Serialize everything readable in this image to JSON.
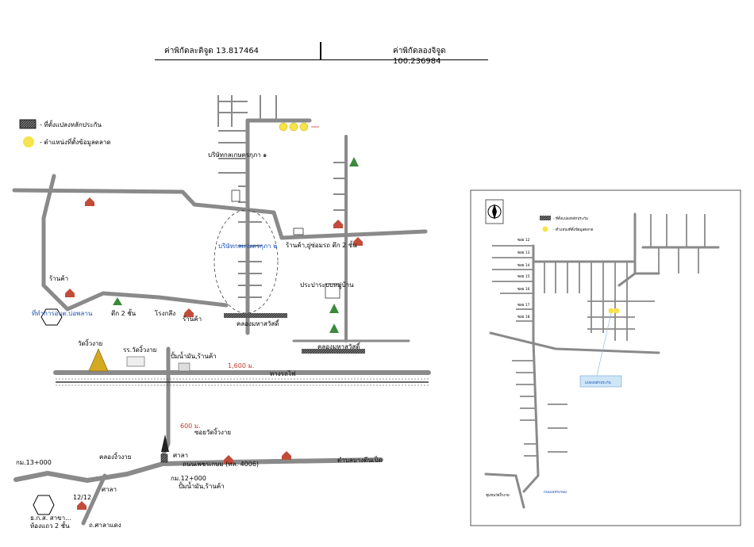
{
  "coordinates": {
    "latitude_label": "ค่าพิกัดละติจูด 13.817464",
    "longitude_label": "ค่าพิกัดลองจิจูด 100.236984"
  },
  "legend": {
    "parcel_label": "- ที่ตั้งแปลงหลักประกัน",
    "market_label": "- ตำแหน่งที่ตั้งข้อมูลตลาด",
    "parcel_color": "#555555",
    "market_color": "#f7e34a"
  },
  "map": {
    "village_top": "บริษัทกลเกษตรกุภา ๑",
    "village_middle": "บริษัทกลเกษตรกุภา ๒",
    "shop_cluster": "ร้านค้า,ยู่ซ่อมรถ ตึก 2 ชั้น",
    "irrigation": "ประปาระบบหมู่บ้าน",
    "shop_left": "ร้านค้า",
    "district_office": "ที่ทำการอบต.บ่อพลาน",
    "building_2f": "ตึก 2 ชั้น",
    "factory": "โรงกลึง",
    "shop_mid": "ร้านค้า",
    "canal_right": "คลองมหาสวัสดิ์",
    "canal_mid": "คลองมหาสวัสดิ์",
    "temple": "วัดงิ้วงาย",
    "school": "รร.วัดงิ้วงาย",
    "store_house": "ปั้มน้ำมัน,ร้านค้า",
    "distance_1": "1,600 ม.",
    "railway": "ทางรถไฟ",
    "distance_2": "600 ม.",
    "soi": "ซอยวัดงิ้วงาย",
    "canal_bottom": "คลองงิ้วงาย",
    "pavilion_1": "ศาลา",
    "pavilion_2": "ศาลา",
    "km_left": "กม.13+000",
    "km_mid": "กม.12+000",
    "highway": "ถนนเพชรเกษม (ทล. 4006)",
    "to_label": "ตำบลบางตีนเป็ด",
    "fuel_shop": "ปั้มน้ำมัน,ร้านค้า",
    "unit": "12/12",
    "bank": "ธ.ก.ส. สาขา...",
    "house": "ห้องแถว 2 ชั้น",
    "road_bottom": "ถ.ศาลาแดง"
  },
  "inset": {
    "legend_parcel": "- ที่ตั้งแปลงหลักประกัน",
    "legend_market": "- ตำแหน่งที่ตั้งข้อมูลตลาด",
    "callout": "แปลงหลักประกัน",
    "soi_labels": [
      "ซอย 12",
      "ซอย 13",
      "ซอย 14",
      "ซอย 15",
      "ซอย 16",
      "ซอย 17",
      "ซอย 18"
    ],
    "bottom_label": "ชุมชนวัดงิ้วงาย",
    "road_label": "ถนนเพชรเกษม"
  }
}
